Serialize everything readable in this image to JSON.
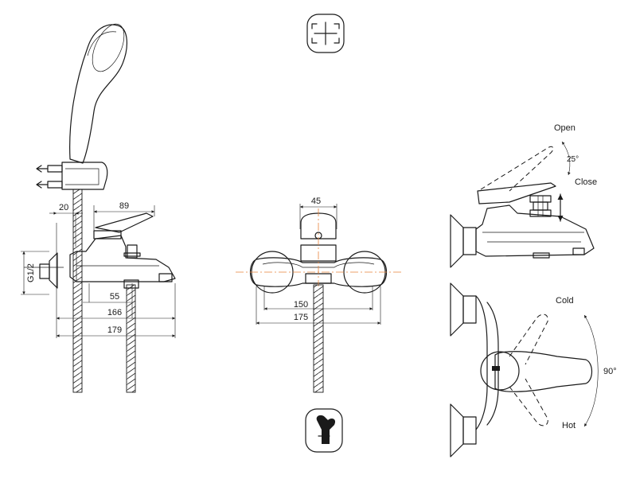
{
  "dimensions": {
    "side_20": "20",
    "side_89": "89",
    "side_thread": "G1/2",
    "side_55": "55",
    "side_166": "166",
    "side_179": "179",
    "front_45": "45",
    "front_150": "150",
    "front_175": "175"
  },
  "operation": {
    "open_label": "Open",
    "angle_lift": "25°",
    "close_label": "Close",
    "cold_label": "Cold",
    "angle_rotate": "90°",
    "hot_label": "Hot"
  },
  "icons": [
    "cross-handle-icon",
    "wrench-tool-icon"
  ]
}
